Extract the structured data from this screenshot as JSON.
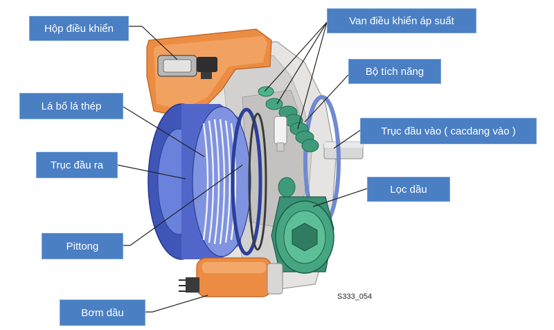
{
  "labels": {
    "control_box": "Hộp điều khiển",
    "pressure_valve": "Van điều khiển áp suất",
    "accumulator": "Bộ tích năng",
    "clutch_plates": "Lá bố lá thép",
    "input_shaft": "Trục đầu vào ( cacdang vào )",
    "output_shaft": "Trục đầu ra",
    "oil_filter": "Lọc dầu",
    "piston": "Pittong",
    "oil_pump": "Bơm dầu"
  },
  "figure_code": "S333_054",
  "colors": {
    "label_bg": "#4a7fc4",
    "label_text": "#ffffff",
    "housing": "#e8e6e4",
    "clutch_blue": "#4d63c8",
    "control_orange": "#e8843a",
    "valve_green": "#3e9a7a"
  }
}
